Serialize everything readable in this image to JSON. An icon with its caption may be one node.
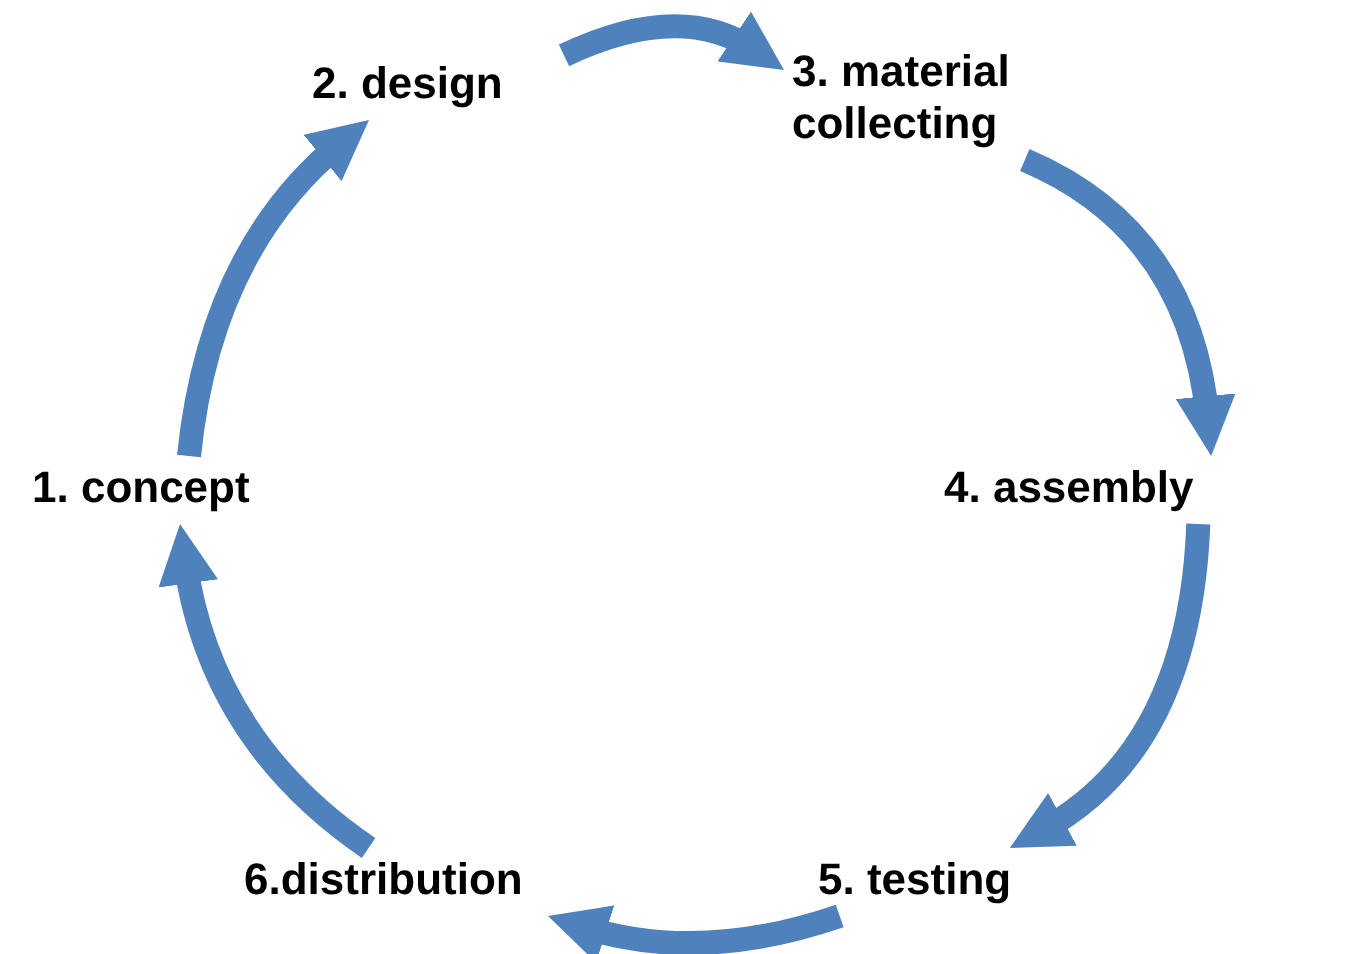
{
  "diagram": {
    "nodes": [
      {
        "text": [
          "1. concept"
        ]
      },
      {
        "text": [
          "2. design"
        ]
      },
      {
        "text": [
          "3. material collecting"
        ]
      },
      {
        "text": [
          "4. assembly"
        ]
      },
      {
        "text": [
          "5. testing"
        ]
      },
      {
        "text": [
          "6.distribution"
        ]
      }
    ],
    "edges": [
      {
        "from": 0,
        "to": 1,
        "arrow": "to"
      },
      {
        "from": 1,
        "to": 2,
        "arrow": "to"
      },
      {
        "from": 2,
        "to": 3,
        "arrow": "to"
      },
      {
        "from": 3,
        "to": 4,
        "arrow": "to"
      },
      {
        "from": 4,
        "to": 5,
        "arrow": "to"
      },
      {
        "from": 5,
        "to": 0,
        "arrow": "to"
      }
    ]
  }
}
